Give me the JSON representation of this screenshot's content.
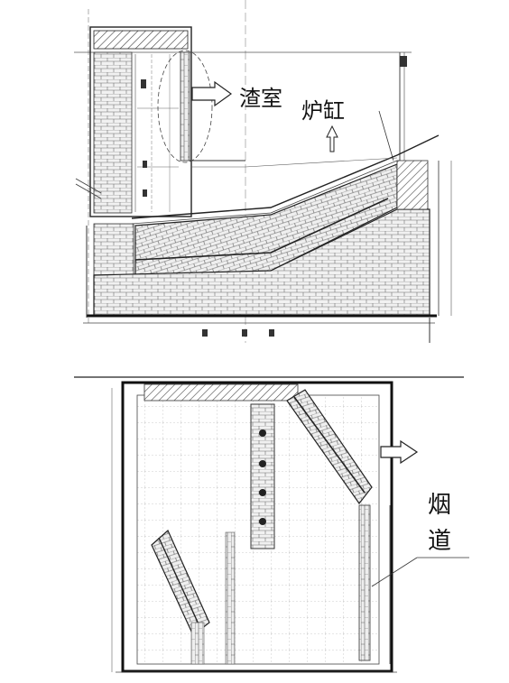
{
  "labels": {
    "slag_chamber": "渣室",
    "furnace_cylinder": "炉缸",
    "flue_line1": "烟",
    "flue_line2": "道"
  },
  "colors": {
    "line": "#222222",
    "brick": "#6d6d6d",
    "brick_fill": "#ededed",
    "background": "#ffffff"
  }
}
